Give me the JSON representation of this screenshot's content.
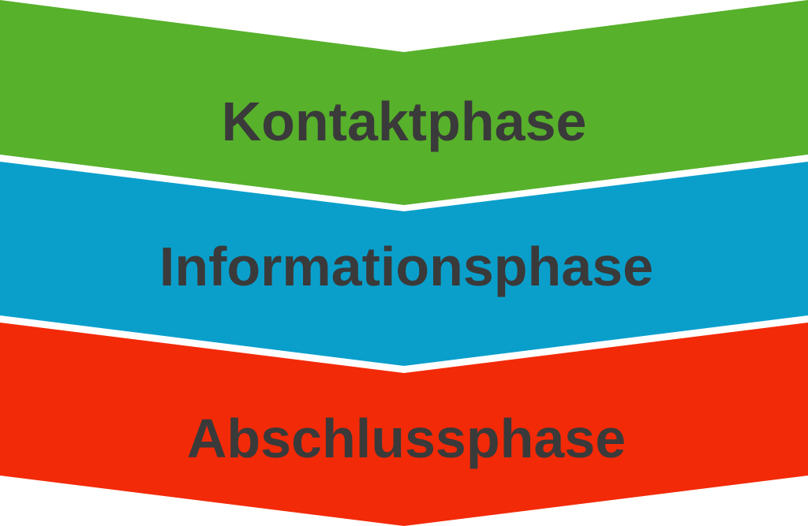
{
  "diagram": {
    "phases": [
      {
        "label": "Kontaktphase",
        "color": "#57b12b"
      },
      {
        "label": "Informationsphase",
        "color": "#0a9fcb"
      },
      {
        "label": "Abschlussphase",
        "color": "#f32a07"
      }
    ],
    "text_color": "#3a3a3a"
  }
}
